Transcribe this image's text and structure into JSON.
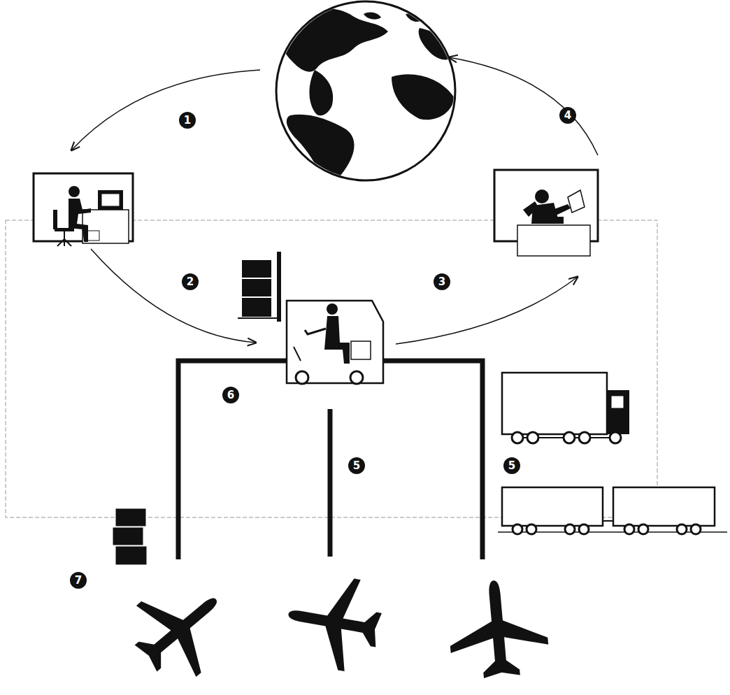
{
  "diagram": {
    "labels": [
      "1",
      "4",
      "2",
      "3",
      "6",
      "5",
      "5",
      "7"
    ]
  }
}
